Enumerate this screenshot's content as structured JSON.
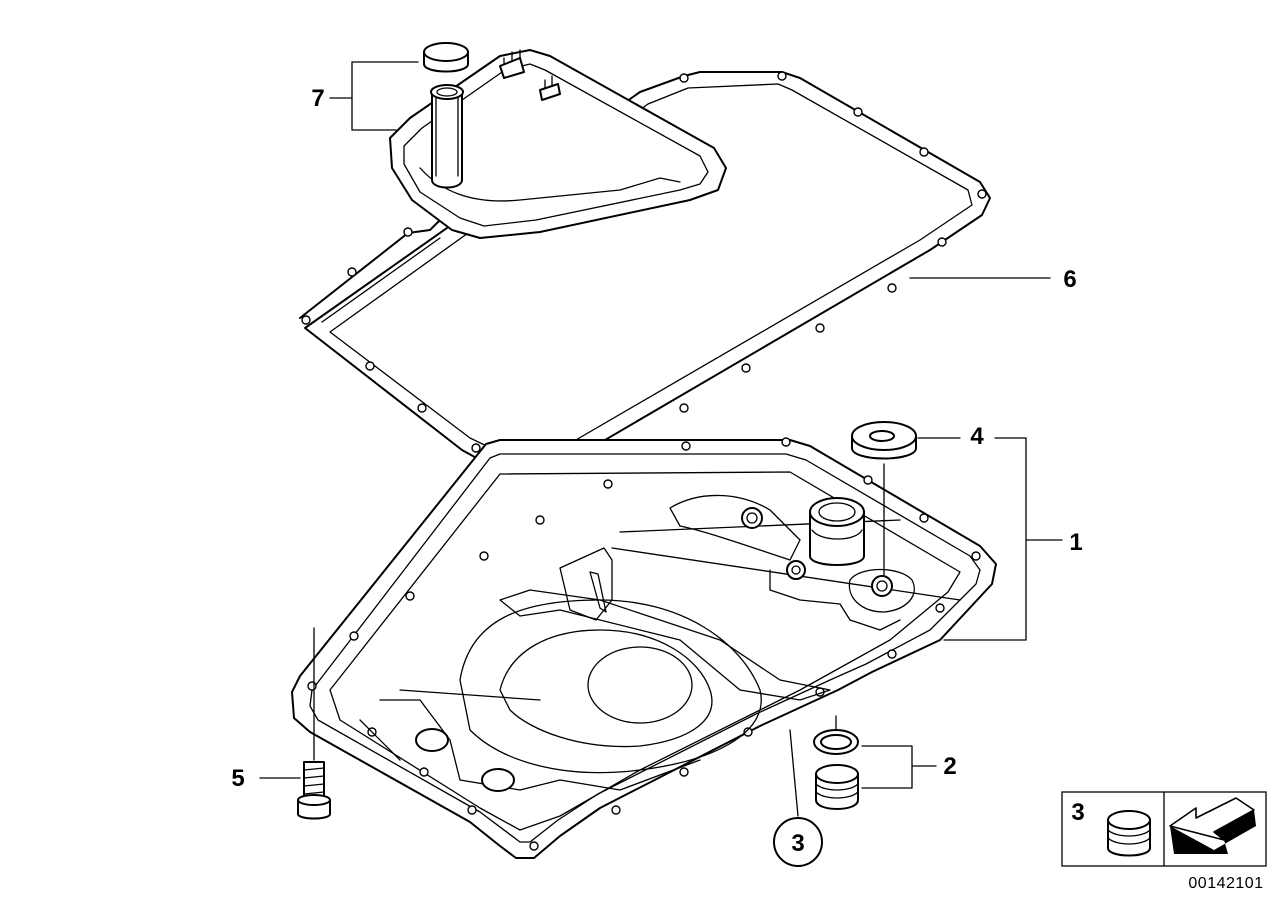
{
  "callouts": {
    "c1": "1",
    "c2": "2",
    "c3": "3",
    "c4": "4",
    "c5": "5",
    "c6": "6",
    "c7": "7"
  },
  "inset": {
    "label": "3"
  },
  "drawing_number": "00142101"
}
